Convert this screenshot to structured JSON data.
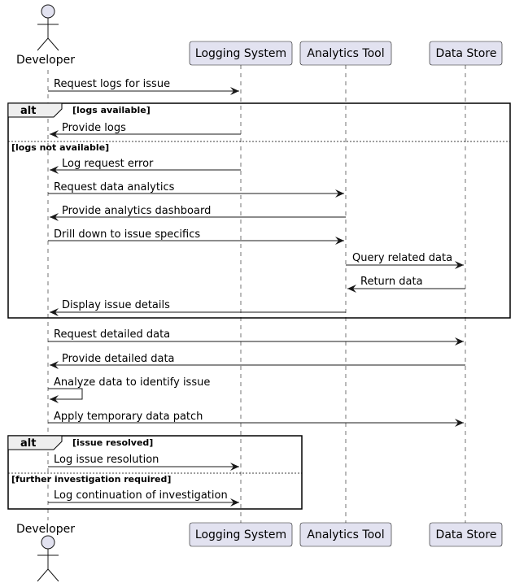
{
  "participants": [
    {
      "id": "dev",
      "name": "Developer",
      "kind": "actor"
    },
    {
      "id": "log",
      "name": "Logging System",
      "kind": "participant"
    },
    {
      "id": "ana",
      "name": "Analytics Tool",
      "kind": "participant"
    },
    {
      "id": "ds",
      "name": "Data Store",
      "kind": "participant"
    }
  ],
  "messages": [
    {
      "from": "dev",
      "to": "log",
      "label": "Request logs for issue"
    },
    {
      "from": "log",
      "to": "dev",
      "label": "Provide logs"
    },
    {
      "from": "log",
      "to": "dev",
      "label": "Log request error"
    },
    {
      "from": "dev",
      "to": "ana",
      "label": "Request data analytics"
    },
    {
      "from": "ana",
      "to": "dev",
      "label": "Provide analytics dashboard"
    },
    {
      "from": "dev",
      "to": "ana",
      "label": "Drill down to issue specifics"
    },
    {
      "from": "ana",
      "to": "ds",
      "label": "Query related data"
    },
    {
      "from": "ds",
      "to": "ana",
      "label": "Return data"
    },
    {
      "from": "ana",
      "to": "dev",
      "label": "Display issue details"
    },
    {
      "from": "dev",
      "to": "ds",
      "label": "Request detailed data"
    },
    {
      "from": "ds",
      "to": "dev",
      "label": "Provide detailed data"
    },
    {
      "from": "dev",
      "to": "dev",
      "label": "Analyze data to identify issue"
    },
    {
      "from": "dev",
      "to": "ds",
      "label": "Apply temporary data patch"
    },
    {
      "from": "dev",
      "to": "log",
      "label": "Log issue resolution"
    },
    {
      "from": "dev",
      "to": "log",
      "label": "Log continuation of investigation"
    }
  ],
  "fragments": [
    {
      "kind": "alt",
      "guards": [
        "[logs available]",
        "[logs not available]"
      ]
    },
    {
      "kind": "alt",
      "guards": [
        "[issue resolved]",
        "[further investigation required]"
      ]
    }
  ],
  "colors": {
    "participant_fill": "#E2E2F0",
    "participant_border": "#181818",
    "lifeline": "#181818",
    "fragment_header_fill": "#EEEEEE"
  }
}
